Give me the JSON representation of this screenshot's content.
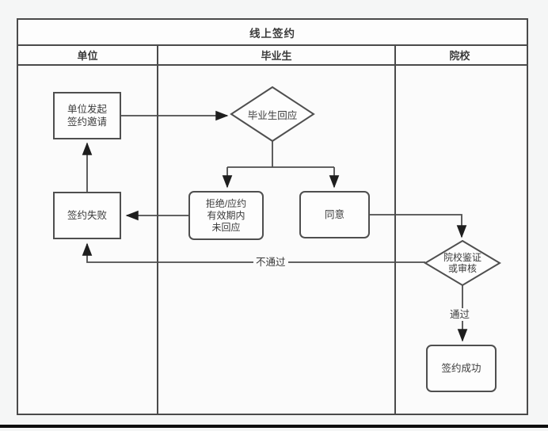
{
  "diagram": {
    "title": "线上签约",
    "lanes": {
      "unit": "单位",
      "graduate": "毕业生",
      "school": "院校"
    },
    "nodes": {
      "invite": {
        "lines": [
          "单位发起",
          "签约邀请"
        ]
      },
      "respond": {
        "lines": [
          "毕业生回应"
        ]
      },
      "reject": {
        "lines": [
          "拒绝/应约",
          "有效期内",
          "未回应"
        ]
      },
      "agree": {
        "lines": [
          "同意"
        ]
      },
      "fail": {
        "lines": [
          "签约失败"
        ]
      },
      "verify": {
        "lines": [
          "院校鉴证",
          "或审核"
        ]
      },
      "success": {
        "lines": [
          "签约成功"
        ]
      }
    },
    "edge_labels": {
      "fail": "不通过",
      "pass": "通过"
    },
    "colors": {
      "frame_border": "#4a4a4a",
      "line": "#4d4d4d",
      "arrow": "#1e1e1e",
      "node_fill": "#fdfdfd",
      "background": "#f5f6f6"
    }
  }
}
